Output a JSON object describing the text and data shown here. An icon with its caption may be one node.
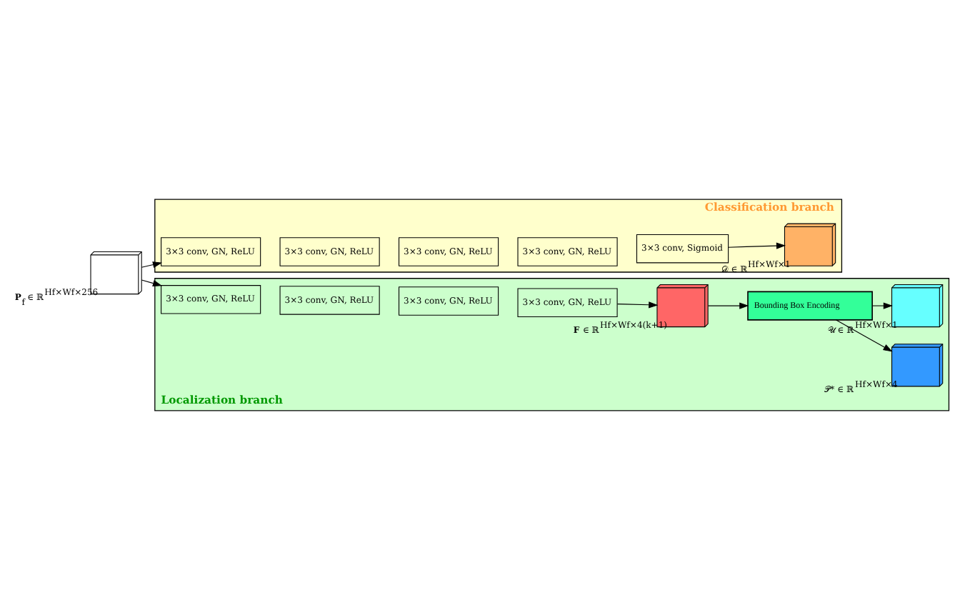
{
  "diagram": {
    "nodes": [
      {
        "text": [],
        "shape": "box",
        "beside": [
          "**P**$_{f}$ ∈ ℝ$^{Hf×Wf×256}$"
        ]
      },
      {
        "text": [
          "Classification branch"
        ]
      },
      {
        "text": [
          "3×3 conv, GN, ReLU"
        ],
        "in": 1
      },
      {
        "text": [
          "3×3 conv, GN, ReLU"
        ],
        "in": 1
      },
      {
        "text": [
          "3×3 conv, GN, ReLU"
        ],
        "in": 1
      },
      {
        "text": [
          "3×3 conv, GN, ReLU"
        ],
        "in": 1
      },
      {
        "text": [
          "3×3 conv, Sigmoid"
        ],
        "in": 1
      },
      {
        "text": [],
        "shape": "box",
        "in": 1,
        "beside": [
          "𝒟 ∈ ℝ$^{Hf×Wf×1}$"
        ]
      },
      {
        "text": [
          "Localization branch"
        ]
      },
      {
        "text": [
          "3×3 conv, GN, ReLU"
        ],
        "in": 8
      },
      {
        "text": [
          "3×3 conv, GN, ReLU"
        ],
        "in": 8
      },
      {
        "text": [
          "3×3 conv, GN, ReLU"
        ],
        "in": 8
      },
      {
        "text": [
          "3×3 conv, GN, ReLU"
        ],
        "in": 8
      },
      {
        "text": [],
        "shape": "box",
        "in": 8,
        "beside": [
          "**F** ∈ ℝ$^{Hf×Wf×4(k+1)}$"
        ]
      },
      {
        "text": [
          "Bounding Box Encoding"
        ],
        "in": 8
      },
      {
        "text": [],
        "shape": "box",
        "in": 8,
        "beside": [
          "𝒫* ∈ ℝ$^{Hf×Wf×4}$"
        ]
      },
      {
        "text": [],
        "shape": "box",
        "in": 8,
        "beside": [
          "𝒰 ∈ ℝ$^{Hf×Wf×1}$"
        ]
      }
    ],
    "edges": [
      {
        "from": 0,
        "to": 2,
        "arrow": "to"
      },
      {
        "from": 0,
        "to": 9,
        "arrow": "to"
      },
      {
        "from": 6,
        "to": 7,
        "arrow": "to"
      },
      {
        "from": 12,
        "to": 13,
        "arrow": "to"
      },
      {
        "from": 13,
        "to": 14,
        "arrow": "to"
      },
      {
        "from": 14,
        "to": 15,
        "arrow": "to"
      },
      {
        "from": 14,
        "to": 16,
        "arrow": "to"
      }
    ]
  }
}
